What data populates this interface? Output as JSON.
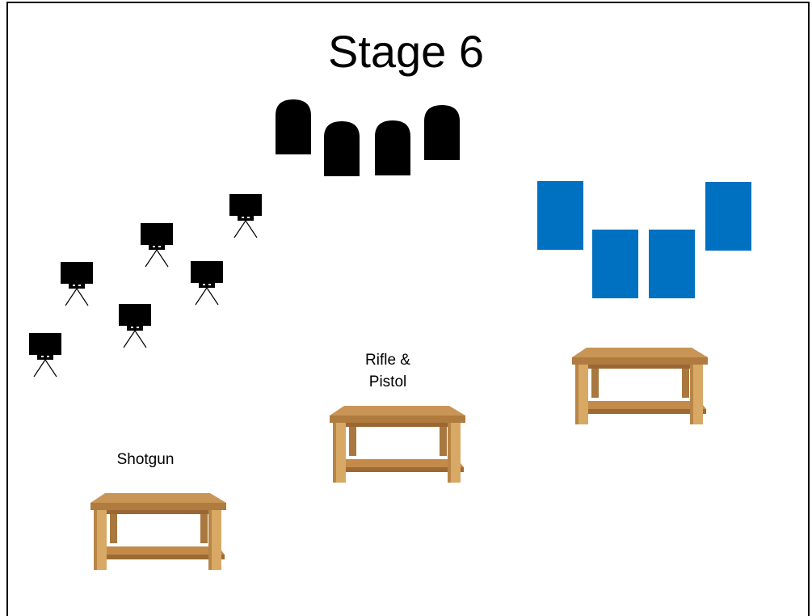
{
  "title": "Stage 6",
  "labels": {
    "shotgun": "Shotgun",
    "rifle_pistol_line1": "Rifle &",
    "rifle_pistol_line2": "Pistol"
  },
  "colors": {
    "steel_target": "#000000",
    "paper_target": "#0070C0",
    "table_top": "#C9924F",
    "table_wood": "#D6A862",
    "table_dark": "#8A5A2B"
  }
}
